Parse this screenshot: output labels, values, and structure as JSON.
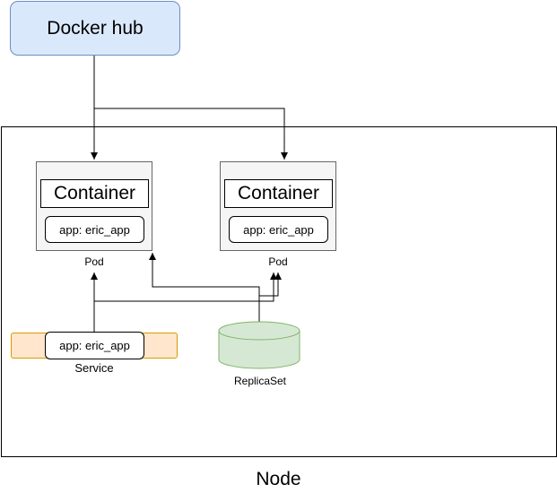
{
  "docker_hub": {
    "label": "Docker hub"
  },
  "node": {
    "label": "Node"
  },
  "pods": [
    {
      "container_label": "Container",
      "app_label": "app: eric_app",
      "caption": "Pod"
    },
    {
      "container_label": "Container",
      "app_label": "app: eric_app",
      "caption": "Pod"
    }
  ],
  "service": {
    "app_label": "app: eric_app",
    "caption": "Service"
  },
  "replicaset": {
    "caption": "ReplicaSet"
  },
  "colors": {
    "docker_hub_fill": "#dae8fc",
    "docker_hub_border": "#6c8ebf",
    "pod_fill": "#f5f5f5",
    "pod_border": "#666666",
    "service_fill": "#ffe6cc",
    "service_border": "#d79b00",
    "replicaset_fill": "#d5e8d4",
    "replicaset_border": "#82b366"
  }
}
